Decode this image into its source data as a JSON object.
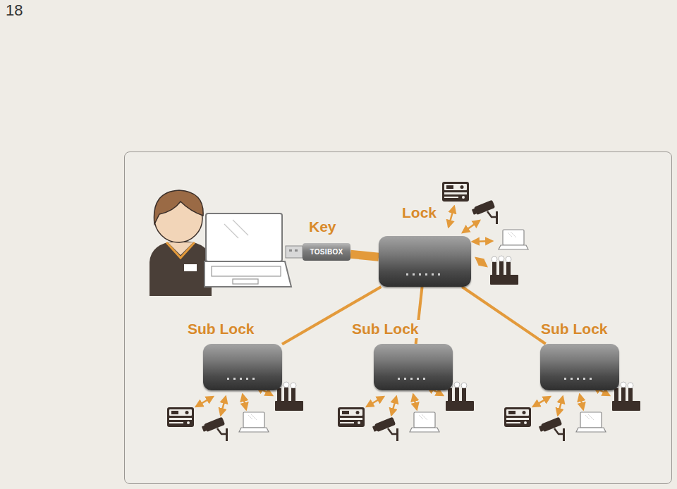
{
  "diagram": {
    "nodes": [
      {
        "text": [
          "Key",
          "TOSIBOX"
        ]
      },
      {
        "text": [
          "Lock"
        ]
      },
      {
        "text": [
          "Sub Lock"
        ]
      },
      {
        "text": [
          "Sub Lock"
        ]
      },
      {
        "text": [
          "Sub Lock"
        ]
      }
    ],
    "edges": [
      {
        "from": 0,
        "to": 1,
        "arrow": "none"
      },
      {
        "from": 1,
        "to": 2,
        "arrow": "none"
      },
      {
        "from": 1,
        "to": 3,
        "arrow": "none"
      },
      {
        "from": 1,
        "to": 4,
        "arrow": "none"
      }
    ],
    "labels": [
      "18"
    ]
  }
}
